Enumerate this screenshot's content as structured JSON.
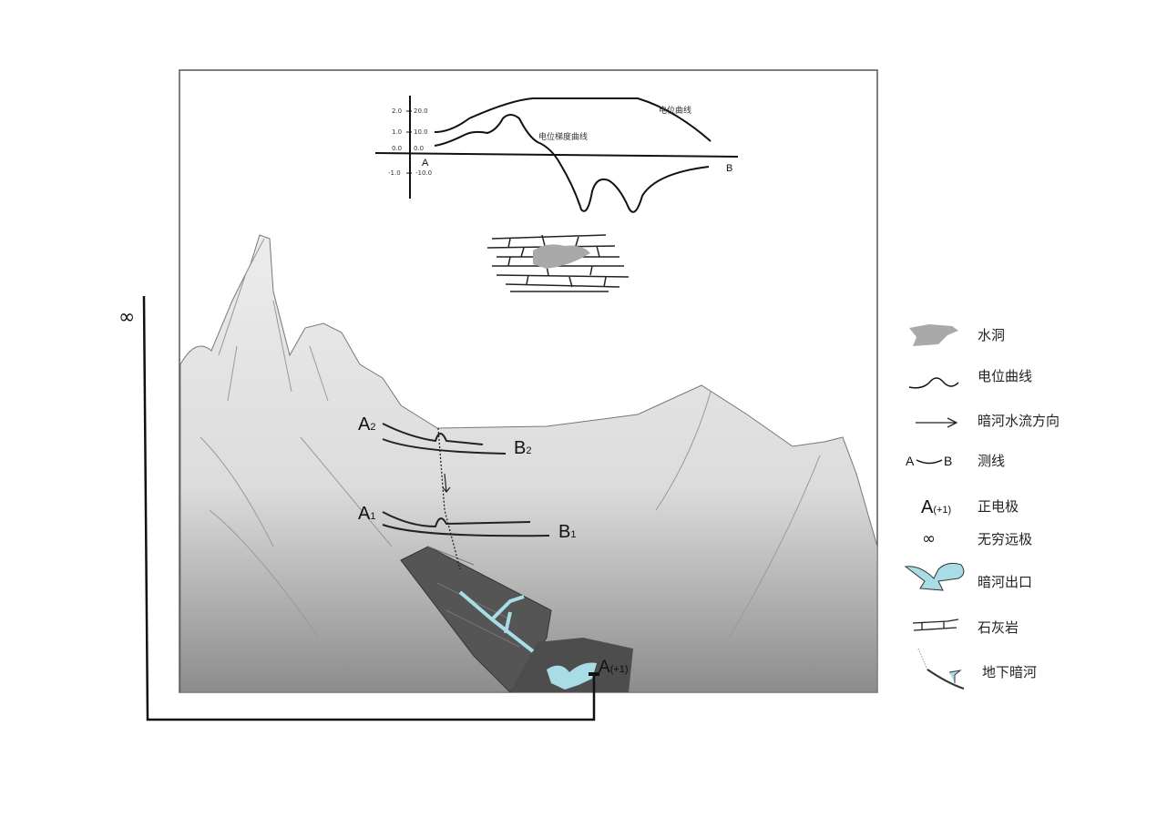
{
  "chart": {
    "left_ticks": [
      "2.0",
      "1.0",
      "0.0",
      "-1.0"
    ],
    "right_ticks": [
      "20.0",
      "10.0",
      "0.0",
      "-10.0"
    ],
    "point_a": "A",
    "point_b": "B",
    "potential_curve_label": "电位曲线",
    "gradient_curve_label": "电位梯度曲线"
  },
  "scene": {
    "a2": "A",
    "a2_sub": "2",
    "b2": "B",
    "b2_sub": "2",
    "a1": "A",
    "a1_sub": "1",
    "b1": "B",
    "b1_sub": "1",
    "electrode": "A",
    "electrode_sub": "(+1)",
    "infinity": "∞"
  },
  "legend": [
    {
      "icon": "water-cave-icon",
      "label": "水洞"
    },
    {
      "icon": "potential-curve-icon",
      "label": "电位曲线"
    },
    {
      "icon": "flow-direction-arrow-icon",
      "label": "暗河水流方向"
    },
    {
      "icon": "survey-line-icon",
      "label": "测线",
      "symbol": "A",
      "symbol2": "B"
    },
    {
      "icon": "positive-electrode-icon",
      "label": "正电极",
      "symbol": "A",
      "symbol2": "(+1)"
    },
    {
      "icon": "infinity-pole-icon",
      "label": "无穷远极",
      "symbol": "∞"
    },
    {
      "icon": "underground-river-outlet-icon",
      "label": "暗河出口"
    },
    {
      "icon": "limestone-icon",
      "label": "石灰岩"
    },
    {
      "icon": "underground-river-icon",
      "label": "地下暗河"
    }
  ],
  "colors": {
    "water": "#a8dde6",
    "cave": "#a9a9a9",
    "frame": "#555555"
  }
}
